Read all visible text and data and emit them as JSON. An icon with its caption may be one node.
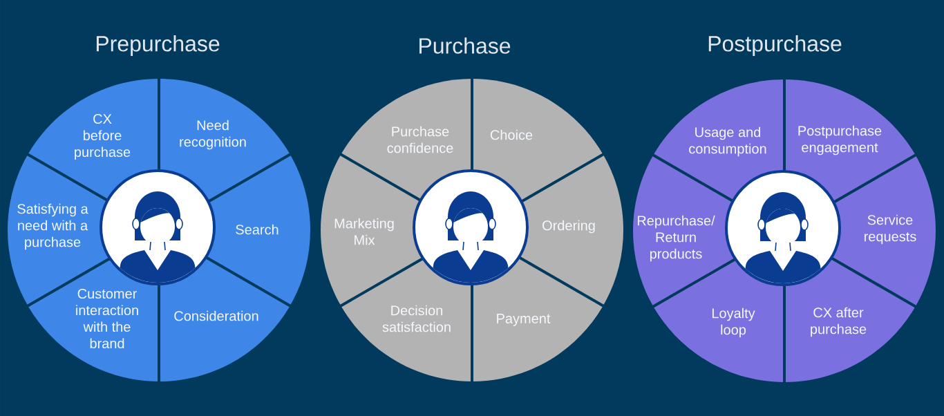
{
  "diagram": {
    "nodes": [
      {
        "text": [
          "Prepurchase"
        ]
      },
      {
        "text": [
          "CX before purchase"
        ],
        "in": 0
      },
      {
        "text": [
          "Need recognition"
        ],
        "in": 0
      },
      {
        "text": [
          "Satisfying a need with a purchase"
        ],
        "in": 0
      },
      {
        "text": [
          "Search"
        ],
        "in": 0
      },
      {
        "text": [
          "Customer interaction with the brand"
        ],
        "in": 0
      },
      {
        "text": [
          "Consideration"
        ],
        "in": 0
      },
      {
        "text": [
          "Purchase"
        ]
      },
      {
        "text": [
          "Purchase confidence"
        ],
        "in": 7
      },
      {
        "text": [
          "Choice"
        ],
        "in": 7
      },
      {
        "text": [
          "Marketing Mix"
        ],
        "in": 7
      },
      {
        "text": [
          "Ordering"
        ],
        "in": 7
      },
      {
        "text": [
          "Decision satisfaction"
        ],
        "in": 7
      },
      {
        "text": [
          "Payment"
        ],
        "in": 7
      },
      {
        "text": [
          "Postpurchase"
        ]
      },
      {
        "text": [
          "Usage and consumption"
        ],
        "in": 14
      },
      {
        "text": [
          "Postpurchase engagement"
        ],
        "in": 14
      },
      {
        "text": [
          "Repurchase/ Return products"
        ],
        "in": 14
      },
      {
        "text": [
          "Service requests"
        ],
        "in": 14
      },
      {
        "text": [
          "Loyalty loop"
        ],
        "in": 14
      },
      {
        "text": [
          "CX after purchase"
        ],
        "in": 14
      }
    ]
  }
}
